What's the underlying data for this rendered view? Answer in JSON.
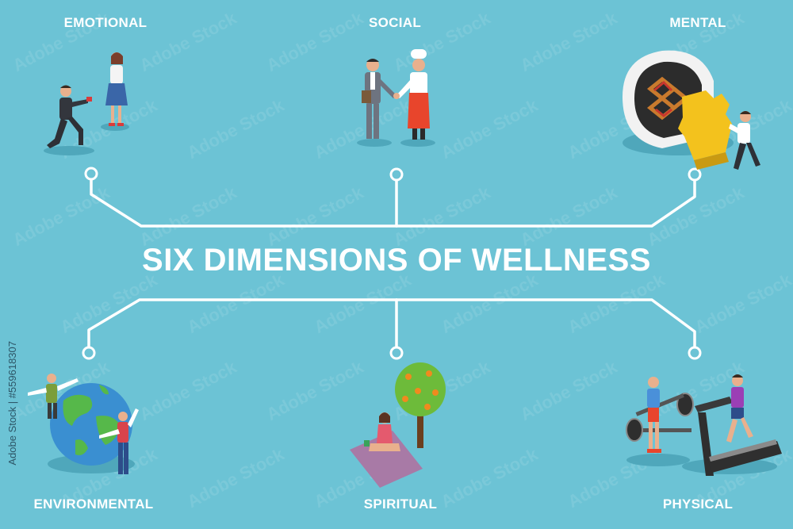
{
  "title": "SIX DIMENSIONS OF WELLNESS",
  "dimensions": {
    "emotional": "EMOTIONAL",
    "social": "SOCIAL",
    "mental": "MENTAL",
    "environmental": "ENVIRONMENTAL",
    "spiritual": "SPIRITUAL",
    "physical": "PHYSICAL"
  },
  "side_id": "Adobe Stock | #559618307",
  "watermark": "Adobe Stock",
  "colors": {
    "background": "#6cc3d5",
    "connector": "#ffffff",
    "text": "#ffffff"
  },
  "icons": {
    "emotional": "proposal-people-icon",
    "social": "handshake-people-icon",
    "mental": "brain-puzzle-icon",
    "environmental": "globe-people-icon",
    "spiritual": "meditation-tree-icon",
    "physical": "gym-workout-icon"
  }
}
